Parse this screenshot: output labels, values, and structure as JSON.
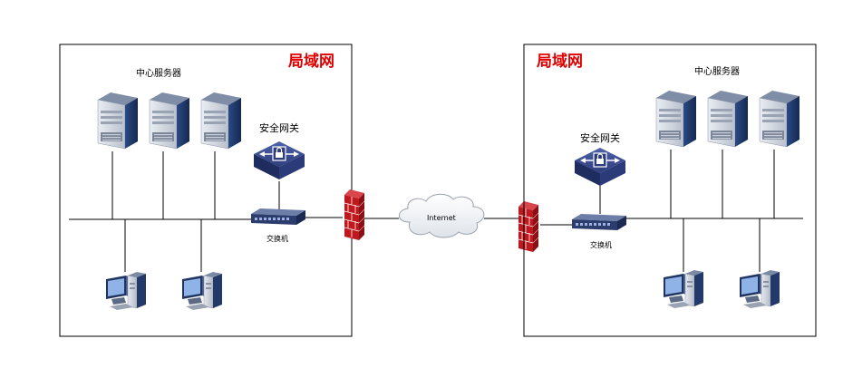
{
  "left_lan": {
    "title": "局域网",
    "server_group_label": "中心服务器",
    "gateway_label": "安全网关",
    "switch_label": "交换机"
  },
  "right_lan": {
    "title": "局域网",
    "server_group_label": "中心服务器",
    "gateway_label": "安全网关",
    "switch_label": "交换机"
  },
  "internet": {
    "label": "Internet"
  },
  "colors": {
    "title": "#e00000",
    "server_front": "#d9dde6",
    "server_side": "#1f3864",
    "device_blue": "#2f3f7a",
    "firewall": "#c0181f",
    "line": "#000000"
  }
}
